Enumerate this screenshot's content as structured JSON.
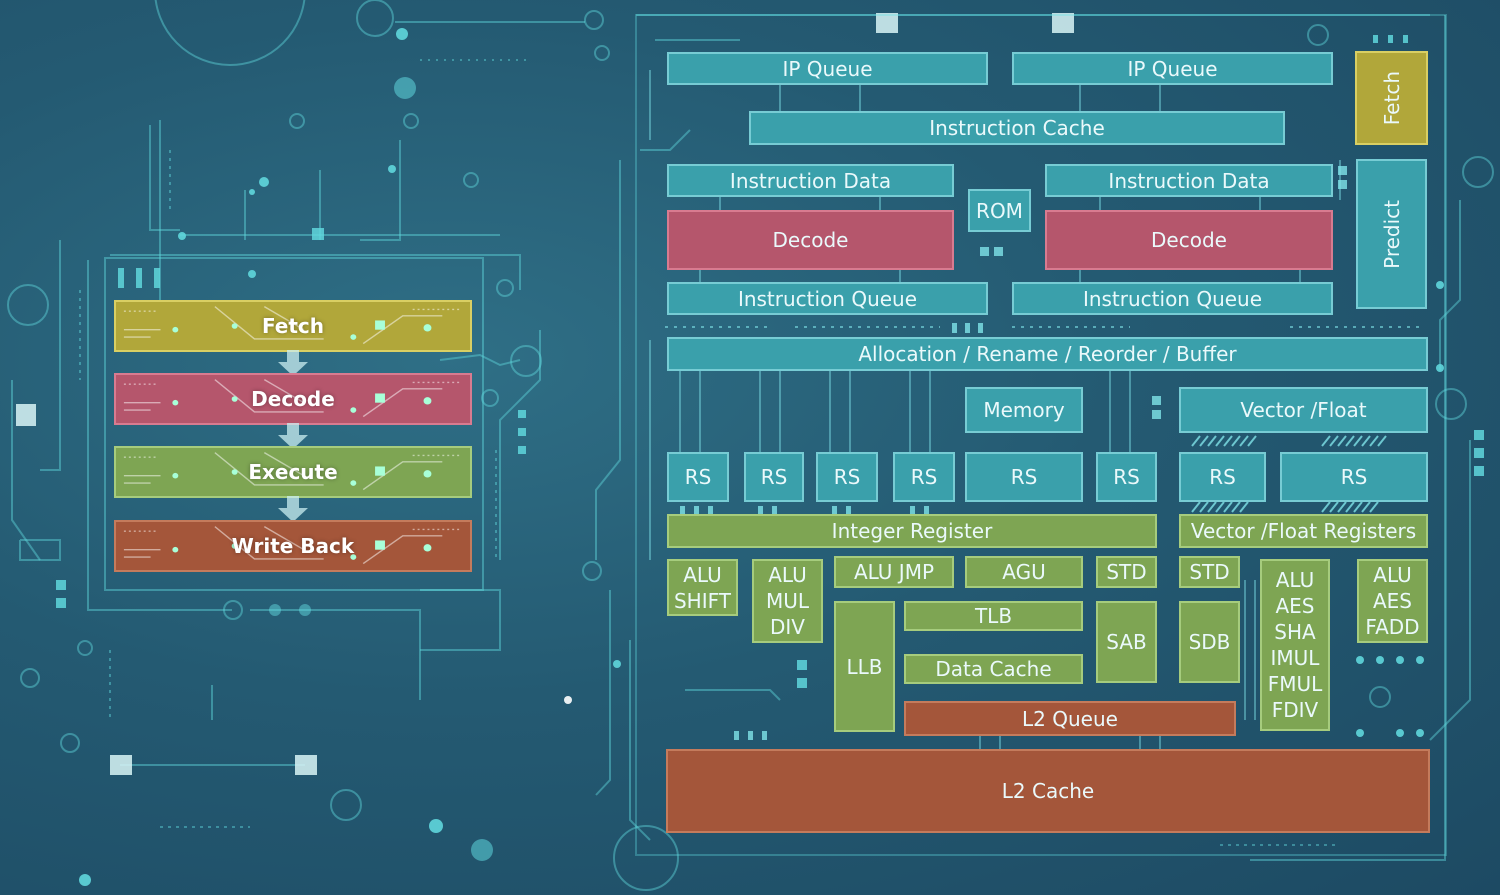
{
  "pipeline": {
    "stages": [
      {
        "label": "Fetch",
        "color": "#b1a73a"
      },
      {
        "label": "Decode",
        "color": "#b5566c"
      },
      {
        "label": "Execute",
        "color": "#7ea553"
      },
      {
        "label": "Write Back",
        "color": "#a4563a"
      }
    ]
  },
  "core": {
    "ip_queue_1": "IP Queue",
    "ip_queue_2": "IP Queue",
    "fetch": "Fetch",
    "instruction_cache": "Instruction Cache",
    "instruction_data_1": "Instruction Data",
    "instruction_data_2": "Instruction Data",
    "rom": "ROM",
    "predict": "Predict",
    "decode_1": "Decode",
    "decode_2": "Decode",
    "instruction_queue_1": "Instruction Queue",
    "instruction_queue_2": "Instruction Queue",
    "allocation": "Allocation / Rename / Reorder / Buffer",
    "memory": "Memory",
    "vector_float": "Vector /Float",
    "rs": [
      "RS",
      "RS",
      "RS",
      "RS",
      "RS",
      "RS",
      "RS",
      "RS"
    ],
    "integer_register": "Integer Register",
    "vector_float_registers": "Vector /Float Registers",
    "alu_shift": "ALU\nSHIFT",
    "alu_mul_div": "ALU\nMUL\nDIV",
    "alu_jmp": "ALU  JMP",
    "agu": "AGU",
    "std_1": "STD",
    "std_2": "STD",
    "alu_aes_sha": "ALU\nAES\nSHA\nIMUL\nFMUL\nFDIV",
    "alu_aes_fadd": "ALU\nAES\nFADD",
    "llb": "LLB",
    "tlb": "TLB",
    "sab": "SAB",
    "sdb": "SDB",
    "data_cache": "Data Cache",
    "l2_queue": "L2 Queue",
    "l2_cache": "L2 Cache"
  },
  "colors": {
    "teal": "#3aa0ab",
    "decode_red": "#b5566c",
    "execute_green": "#7ea553",
    "cache_brown": "#a4563a",
    "fetch_gold": "#b1a73a",
    "background": "#245a72",
    "circuit_line": "#5fd6dc"
  }
}
